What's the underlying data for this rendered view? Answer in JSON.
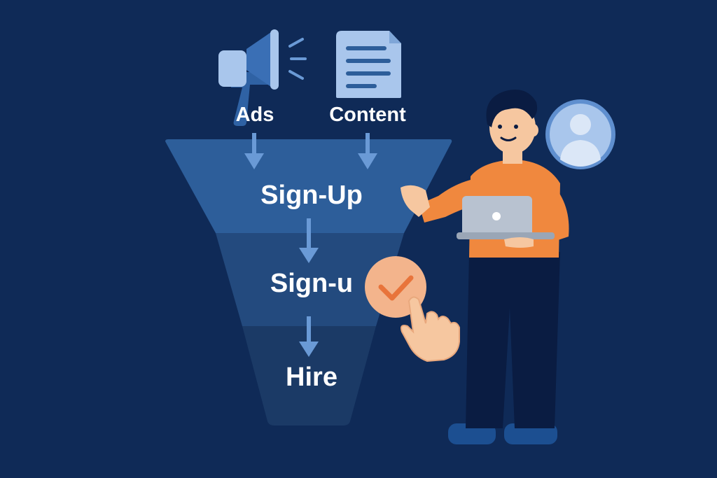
{
  "diagram": {
    "sources": [
      {
        "label": "Ads",
        "icon": "megaphone-icon"
      },
      {
        "label": "Content",
        "icon": "document-icon"
      }
    ],
    "funnel_stages": [
      {
        "label": "Sign-Up"
      },
      {
        "label": "Sign-u"
      },
      {
        "label": "Hire"
      }
    ],
    "extra_icons": [
      "user-avatar-icon",
      "checkmark-icon",
      "pointing-hand-icon"
    ],
    "figure": "person-with-laptop",
    "colors": {
      "background": "#0f2a57",
      "funnel_top": "#2d5e9a",
      "funnel_middle": "#234a7e",
      "funnel_bottom": "#1b3a66",
      "accent": "#f0883e",
      "icon_light": "#a9c6ec",
      "arrow": "#6a9ad6"
    }
  }
}
